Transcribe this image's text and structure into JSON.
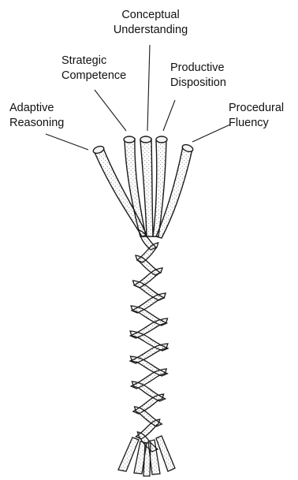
{
  "diagram": {
    "strands": [
      {
        "id": "adaptive",
        "line1": "Adaptive",
        "line2": "Reasoning"
      },
      {
        "id": "strategic",
        "line1": "Strategic",
        "line2": "Competence"
      },
      {
        "id": "conceptual",
        "line1": "Conceptual",
        "line2": "Understanding"
      },
      {
        "id": "productive",
        "line1": "Productive",
        "line2": "Disposition"
      },
      {
        "id": "procedural",
        "line1": "Procedural",
        "line2": "Fluency"
      }
    ],
    "colors": {
      "ink": "#1a1a1a",
      "rope_fill": "#f4f4f4",
      "stipple": "#6a6a6a",
      "background": "#ffffff"
    }
  }
}
